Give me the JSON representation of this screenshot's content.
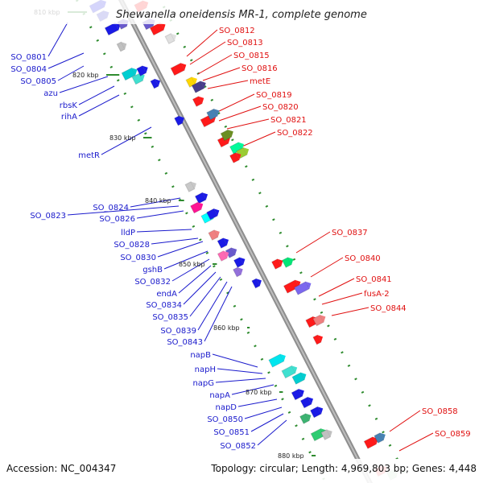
{
  "title": "Shewanella oneidensis MR-1, complete genome",
  "footer": {
    "accession": "Accession: NC_004347",
    "summary": "Topology: circular; Length: 4,969,803 bp; Genes: 4,448"
  },
  "colors": {
    "left_label": "#1a1acc",
    "right_label": "#e01010",
    "backbone": "#a0a0a0",
    "tick": "#2e8b2e"
  },
  "positions": [
    "810 kbp",
    "820 kbp",
    "830 kbp",
    "840 kbp",
    "850 kbp",
    "860 kbp",
    "870 kbp",
    "880 kbp"
  ],
  "left_genes": [
    "SO_0801",
    "SO_0804",
    "SO_0805",
    "azu",
    "rbsK",
    "rihA",
    "metR",
    "SO_0824",
    "SO_0823",
    "SO_0826",
    "lldP",
    "SO_0828",
    "SO_0830",
    "gshB",
    "SO_0832",
    "endA",
    "SO_0834",
    "SO_0835",
    "SO_0839",
    "SO_0843",
    "napB",
    "napH",
    "napG",
    "napA",
    "napD",
    "SO_0850",
    "SO_0851",
    "SO_0852"
  ],
  "right_genes": [
    "SO_0812",
    "SO_0813",
    "SO_0815",
    "SO_0816",
    "metE",
    "SO_0819",
    "SO_0820",
    "SO_0821",
    "SO_0822",
    "SO_0837",
    "SO_0840",
    "SO_0841",
    "fusA-2",
    "SO_0844",
    "SO_0858",
    "SO_0859"
  ]
}
